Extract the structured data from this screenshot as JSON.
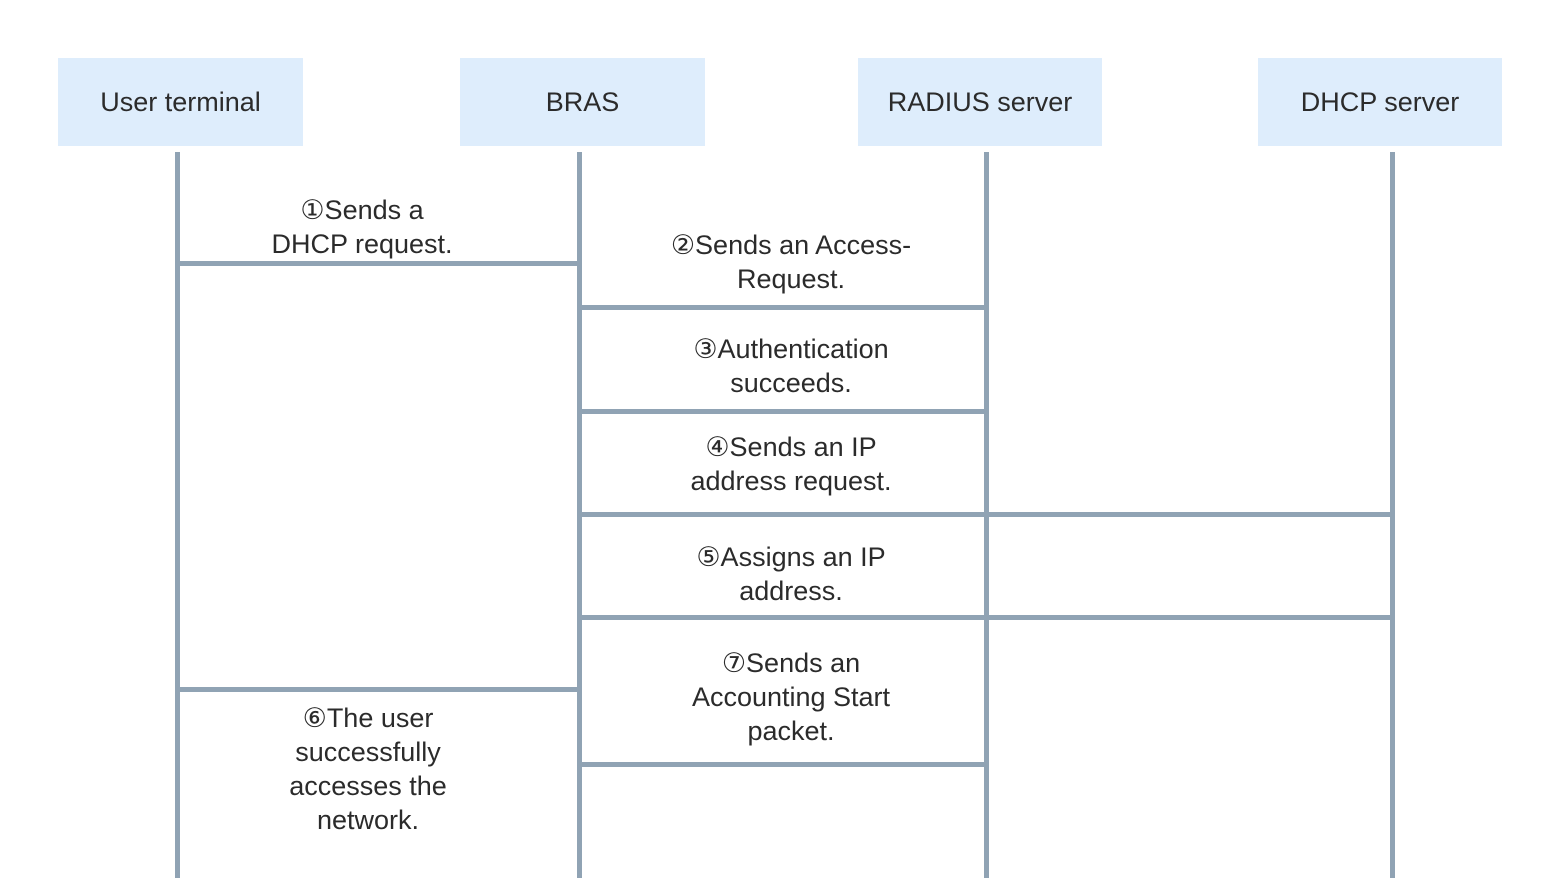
{
  "diagram": {
    "type": "sequence-diagram",
    "actors": [
      {
        "label": "User terminal"
      },
      {
        "label": "BRAS"
      },
      {
        "label": "RADIUS server"
      },
      {
        "label": "DHCP server"
      }
    ],
    "messages": [
      {
        "step": "①",
        "between": [
          "User terminal",
          "BRAS"
        ],
        "label": "①Sends a\nDHCP request."
      },
      {
        "step": "②",
        "between": [
          "BRAS",
          "RADIUS server"
        ],
        "label": "②Sends an Access-\nRequest."
      },
      {
        "step": "③",
        "between": [
          "BRAS",
          "RADIUS server"
        ],
        "label": "③Authentication\nsucceeds."
      },
      {
        "step": "④",
        "between": [
          "BRAS",
          "DHCP server"
        ],
        "label": "④Sends an IP\naddress request."
      },
      {
        "step": "⑤",
        "between": [
          "BRAS",
          "DHCP server"
        ],
        "label": "⑤Assigns an IP\naddress."
      },
      {
        "step": "⑥",
        "between": [
          "User terminal",
          "BRAS"
        ],
        "label": "⑥The user\nsuccessfully\naccesses the\nnetwork."
      },
      {
        "step": "⑦",
        "between": [
          "BRAS",
          "RADIUS server"
        ],
        "label": "⑦Sends an\nAccounting Start\npacket."
      }
    ],
    "colors": {
      "box-fill": "#deedfc",
      "line": "#90a3b4",
      "ink": "#2b2b2b",
      "background": "#ffffff"
    }
  }
}
